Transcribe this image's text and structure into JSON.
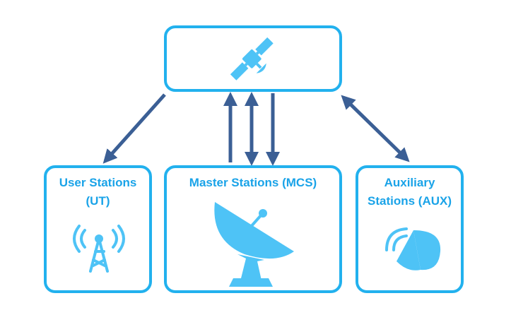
{
  "nodes": {
    "satellite": {
      "icon": "satellite-icon"
    },
    "user": {
      "line1": "User Stations",
      "line2": "(UT)",
      "icon": "radio-tower-icon"
    },
    "master": {
      "line1": "Master Stations (MCS)",
      "icon": "satellite-dish-icon"
    },
    "auxiliary": {
      "line1": "Auxiliary",
      "line2": "Stations (AUX)",
      "icon": "signal-dish-icon"
    }
  },
  "colors": {
    "box_border": "#22b1ee",
    "label": "#1aa3e8",
    "icon": "#4ec3f6",
    "arrow": "#3b5f95"
  }
}
